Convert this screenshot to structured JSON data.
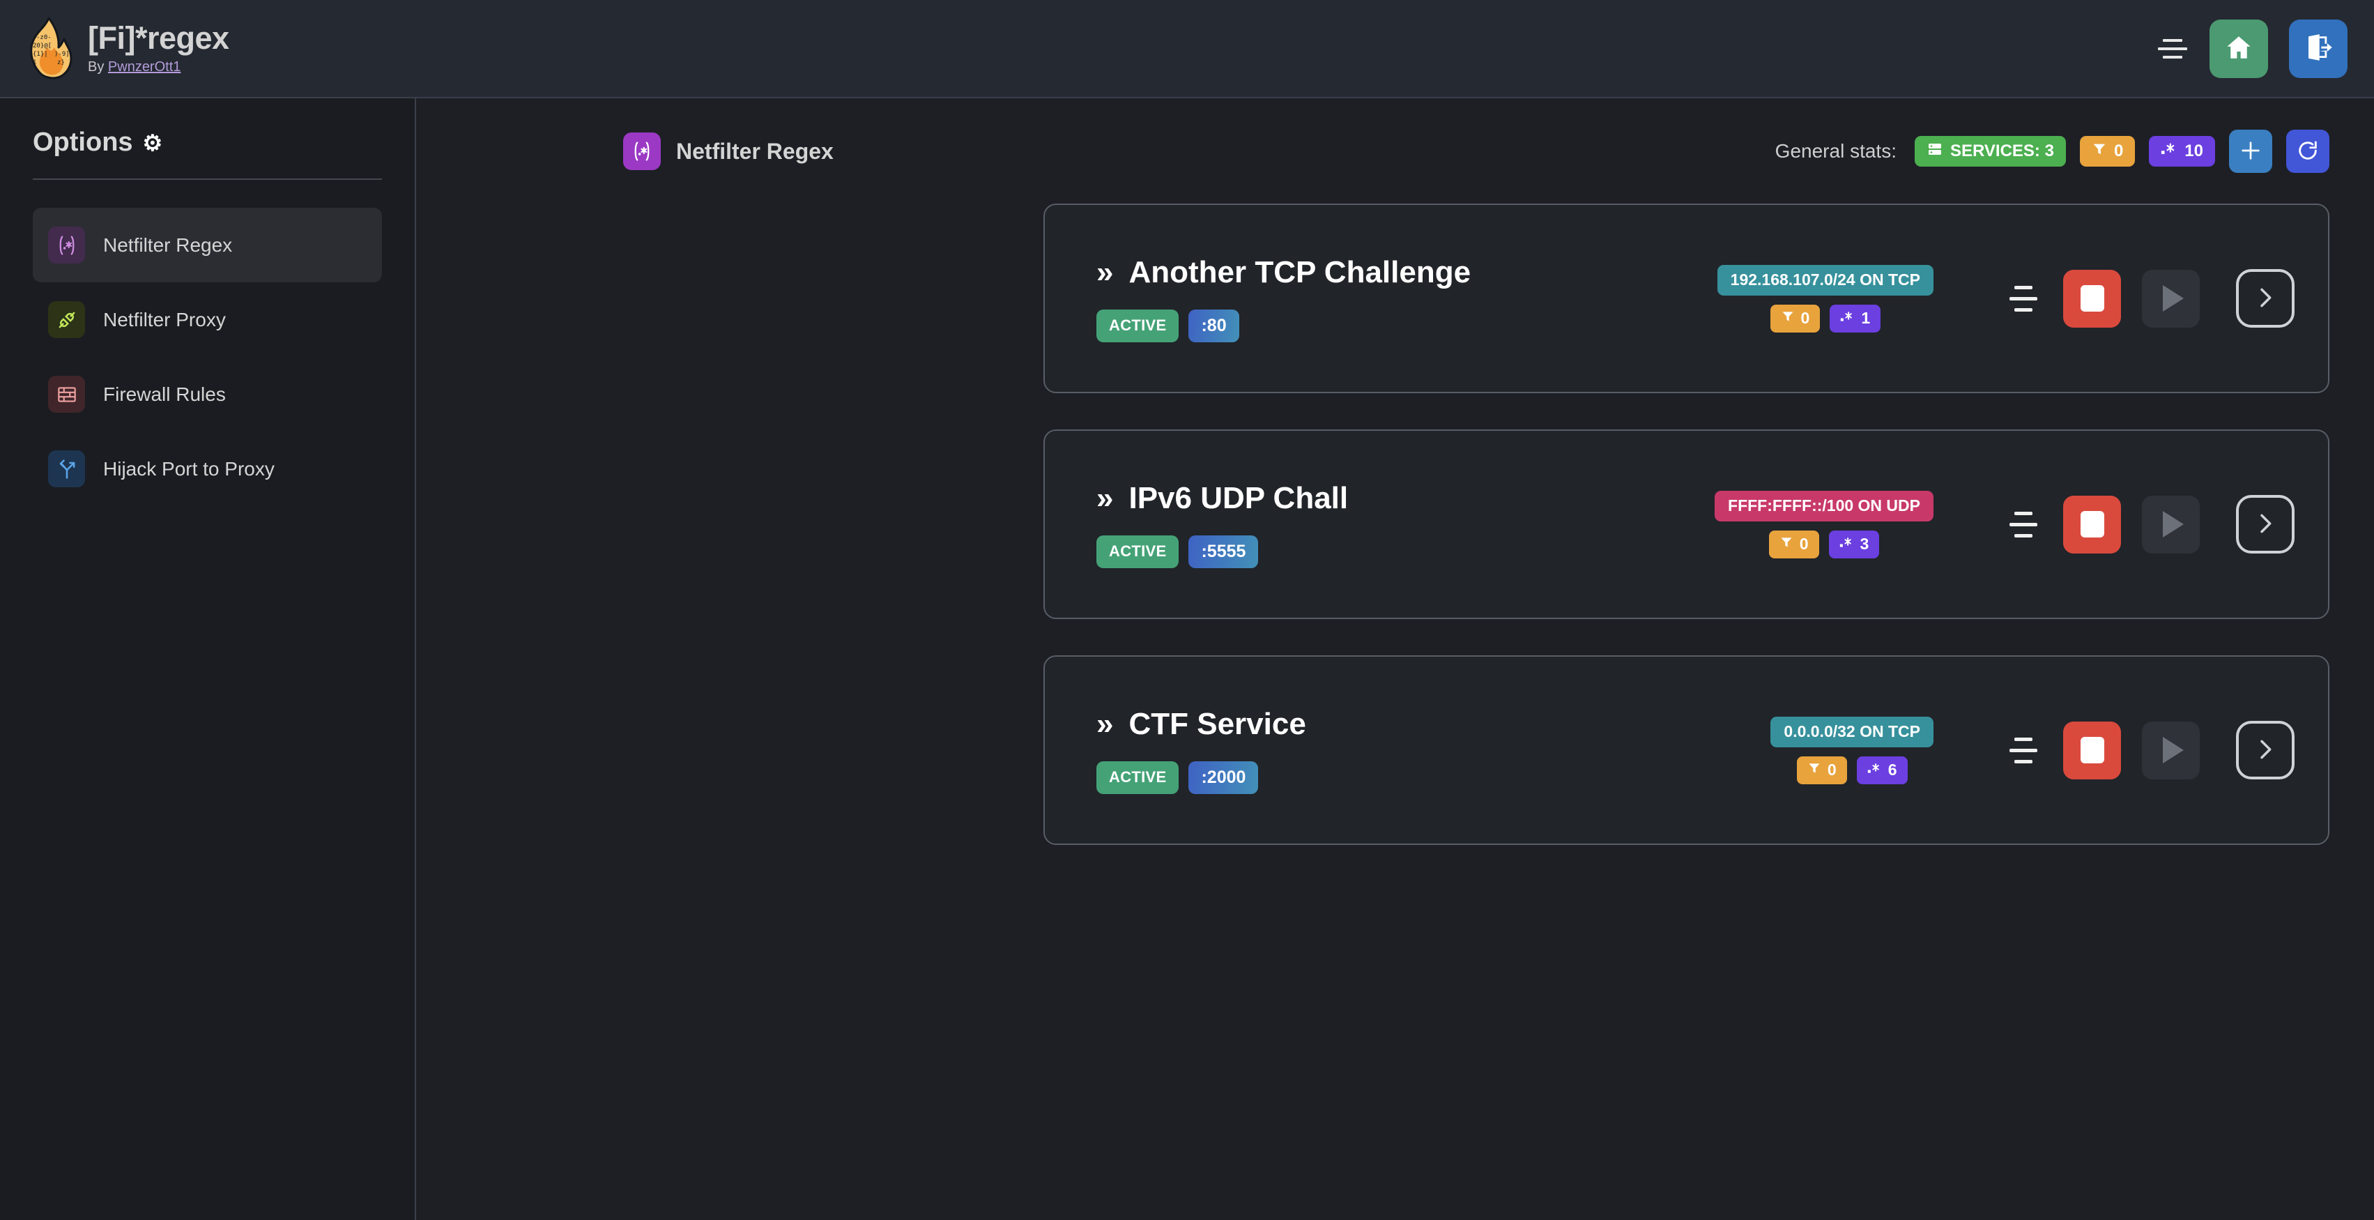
{
  "app": {
    "title": "[Fi]*regex",
    "by_prefix": "By ",
    "author": "PwnzerOtt1",
    "logo_icon": "flame-regex-logo"
  },
  "topbar": {
    "menu_icon": "hamburger-menu-icon",
    "home_icon": "home-icon",
    "logout_icon": "logout-icon",
    "home_color": "#4b9a71",
    "logout_color": "#3171bd"
  },
  "sidebar": {
    "heading": "Options",
    "gear_icon": "gear-icon",
    "items": [
      {
        "label": "Netfilter Regex",
        "icon": "regex-icon",
        "active": true,
        "icon_bg": "#422b4d",
        "icon_color": "#cf8ee0"
      },
      {
        "label": "Netfilter Proxy",
        "icon": "plug-icon",
        "active": false,
        "icon_bg": "#2c3317",
        "icon_color": "#c3e85a"
      },
      {
        "label": "Firewall Rules",
        "icon": "brick-wall-icon",
        "active": false,
        "icon_bg": "#40262a",
        "icon_color": "#f0a2a2"
      },
      {
        "label": "Hijack Port to Proxy",
        "icon": "fork-arrow-icon",
        "active": false,
        "icon_bg": "#1d3550",
        "icon_color": "#5ba4e8"
      }
    ]
  },
  "main": {
    "page_icon": "regex-icon",
    "page_title": "Netfilter Regex",
    "stats_label": "General stats:",
    "stats": [
      {
        "name": "services-count",
        "icon": "server-icon",
        "text": "SERVICES: 3",
        "color": "#4caf50"
      },
      {
        "name": "filters-count",
        "icon": "filter-icon",
        "text": "0",
        "color": "#e8a33d"
      },
      {
        "name": "regex-count",
        "icon": "regex-dot-star-icon",
        "text": "10",
        "color": "#6b3fe0"
      }
    ],
    "add_button_icon": "plus-icon",
    "refresh_button_icon": "refresh-icon"
  },
  "services": [
    {
      "name": "Another TCP Challenge",
      "chevron": "»",
      "status": "ACTIVE",
      "port": ":80",
      "network": "192.168.107.0/24 ON TCP",
      "network_type": "tcp",
      "filters": "0",
      "regexes": "1",
      "menu_icon": "service-menu-icon",
      "stop_icon": "stop-icon",
      "play_icon": "play-icon",
      "next_icon": "chevron-right-icon"
    },
    {
      "name": "IPv6 UDP Chall",
      "chevron": "»",
      "status": "ACTIVE",
      "port": ":5555",
      "network": "FFFF:FFFF::/100 ON UDP",
      "network_type": "udp",
      "filters": "0",
      "regexes": "3",
      "menu_icon": "service-menu-icon",
      "stop_icon": "stop-icon",
      "play_icon": "play-icon",
      "next_icon": "chevron-right-icon"
    },
    {
      "name": "CTF Service",
      "chevron": "»",
      "status": "ACTIVE",
      "port": ":2000",
      "network": "0.0.0.0/32 ON TCP",
      "network_type": "tcp",
      "filters": "0",
      "regexes": "6",
      "menu_icon": "service-menu-icon",
      "stop_icon": "stop-icon",
      "play_icon": "play-icon",
      "next_icon": "chevron-right-icon"
    }
  ],
  "colors": {
    "background": "#1d1f25",
    "topbar": "#252932",
    "sidebar": "#1a1c21",
    "card": "#212429",
    "card_border": "#585d66",
    "accent_purple": "#9b39c4",
    "active_green": "#45a277",
    "stop_red": "#d94a3d",
    "tcp_teal": "#37919c",
    "udp_pink": "#c8396a"
  }
}
